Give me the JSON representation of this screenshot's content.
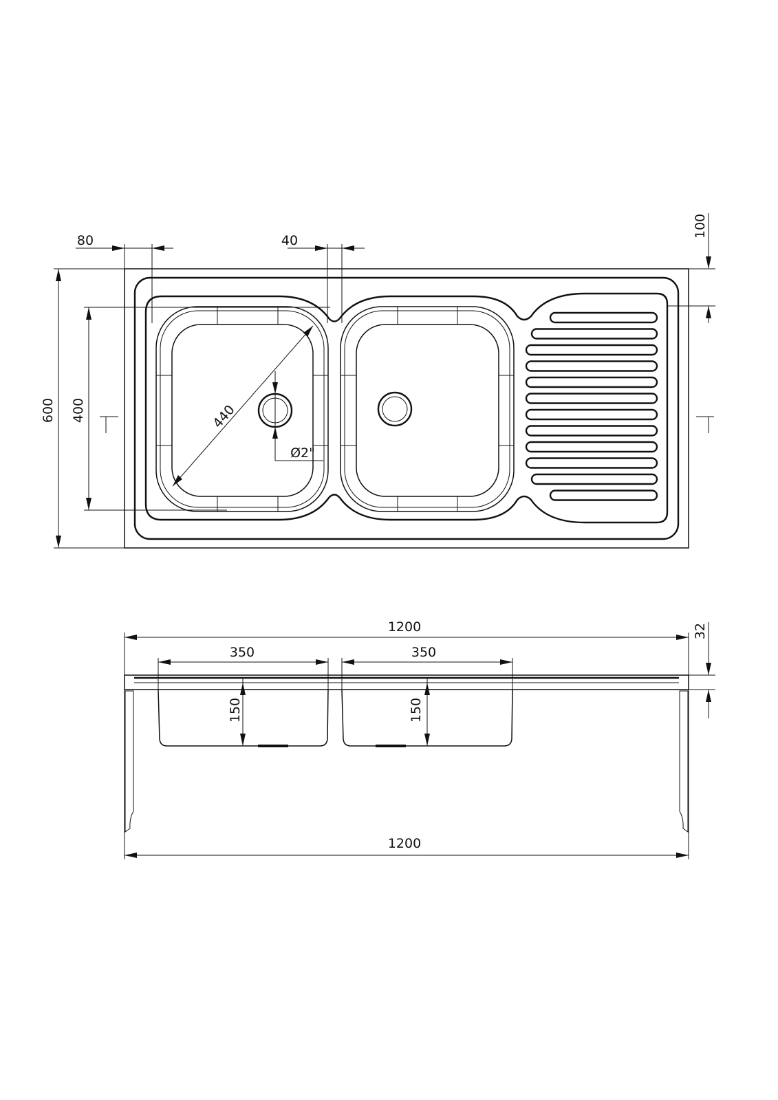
{
  "drawing": {
    "top_view": {
      "dim_bowl_offset_left": "80",
      "dim_bowl_gap": "40",
      "dim_edge_offset": "100",
      "dim_overall_depth": "600",
      "dim_bowl_depth": "400",
      "dim_bowl_diagonal": "440",
      "dim_drain": "Ø2\""
    },
    "side_view": {
      "dim_overall_width_top": "1200",
      "dim_bowl1_width": "350",
      "dim_bowl2_width": "350",
      "dim_bowl1_height": "150",
      "dim_bowl2_height": "150",
      "dim_rim_height": "32",
      "dim_overall_width_bottom": "1200"
    }
  }
}
